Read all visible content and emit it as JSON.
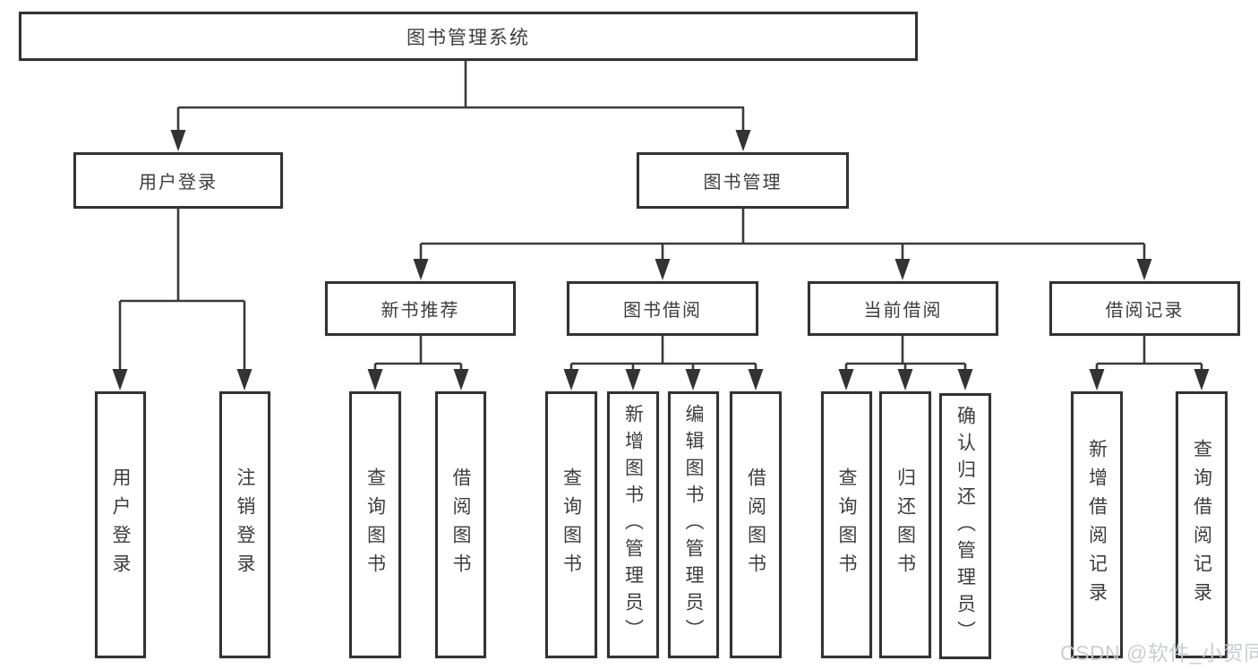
{
  "diagram": {
    "type": "hierarchy",
    "root": {
      "label": "图书管理系统"
    },
    "level2": [
      {
        "label": "用户登录"
      },
      {
        "label": "图书管理"
      }
    ],
    "level3": [
      {
        "label": "新书推荐",
        "parent": "图书管理"
      },
      {
        "label": "图书借阅",
        "parent": "图书管理"
      },
      {
        "label": "当前借阅",
        "parent": "图书管理"
      },
      {
        "label": "借阅记录",
        "parent": "图书管理"
      }
    ],
    "leaves": [
      {
        "label": "用户登录",
        "parent": "用户登录"
      },
      {
        "label": "注销登录",
        "parent": "用户登录"
      },
      {
        "label": "查询图书",
        "parent": "新书推荐"
      },
      {
        "label": "借阅图书",
        "parent": "新书推荐"
      },
      {
        "label": "查询图书",
        "parent": "图书借阅"
      },
      {
        "label": "新增图书（管理员）",
        "parent": "图书借阅"
      },
      {
        "label": "编辑图书（管理员）",
        "parent": "图书借阅"
      },
      {
        "label": "借阅图书",
        "parent": "图书借阅"
      },
      {
        "label": "查询图书",
        "parent": "当前借阅"
      },
      {
        "label": "归还图书",
        "parent": "当前借阅"
      },
      {
        "label": "确认归还（管理员）",
        "parent": "当前借阅"
      },
      {
        "label": "新增借阅记录",
        "parent": "借阅记录"
      },
      {
        "label": "查询借阅记录",
        "parent": "借阅记录"
      }
    ]
  },
  "watermark": {
    "text": "CSDN @软件_小贺同学"
  },
  "colors": {
    "line": "#3a3a3a",
    "border": "#333333",
    "text": "#3d3d3d",
    "watermark": "#c6c9ce",
    "background": "#ffffff"
  }
}
